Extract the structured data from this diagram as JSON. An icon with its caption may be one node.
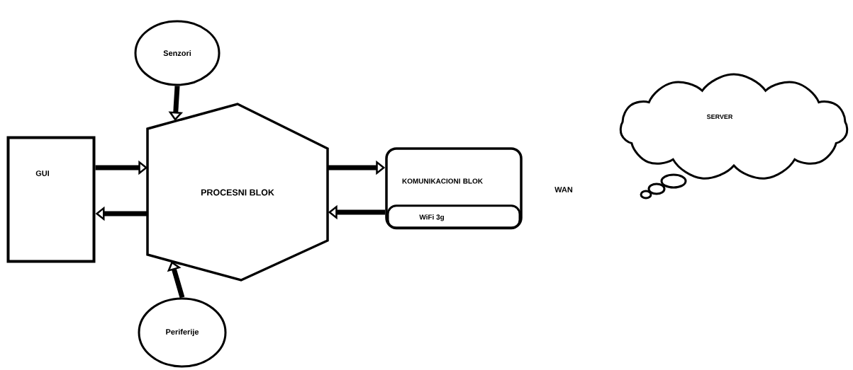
{
  "diagram": {
    "nodes": [
      {
        "text": [
          "Senzori"
        ]
      },
      {
        "text": [
          "GUI"
        ]
      },
      {
        "text": [
          "PROCESNI BLOK"
        ]
      },
      {
        "text": [
          "KOMUNIKACIONI BLOK"
        ]
      },
      {
        "text": [
          "WiFi 3g"
        ],
        "in": 3
      },
      {
        "text": [
          "SERVER"
        ]
      },
      {
        "text": [
          "Periferije"
        ]
      }
    ],
    "edges": [
      {
        "from": 0,
        "to": 2,
        "arrow": "to"
      },
      {
        "from": 1,
        "to": 2,
        "arrow": "to"
      },
      {
        "from": 2,
        "to": 1,
        "arrow": "to"
      },
      {
        "from": 2,
        "to": 3,
        "arrow": "to"
      },
      {
        "from": 3,
        "to": 2,
        "arrow": "to"
      },
      {
        "from": 6,
        "to": 2,
        "arrow": "to"
      }
    ],
    "labels": [
      "WAN"
    ]
  }
}
